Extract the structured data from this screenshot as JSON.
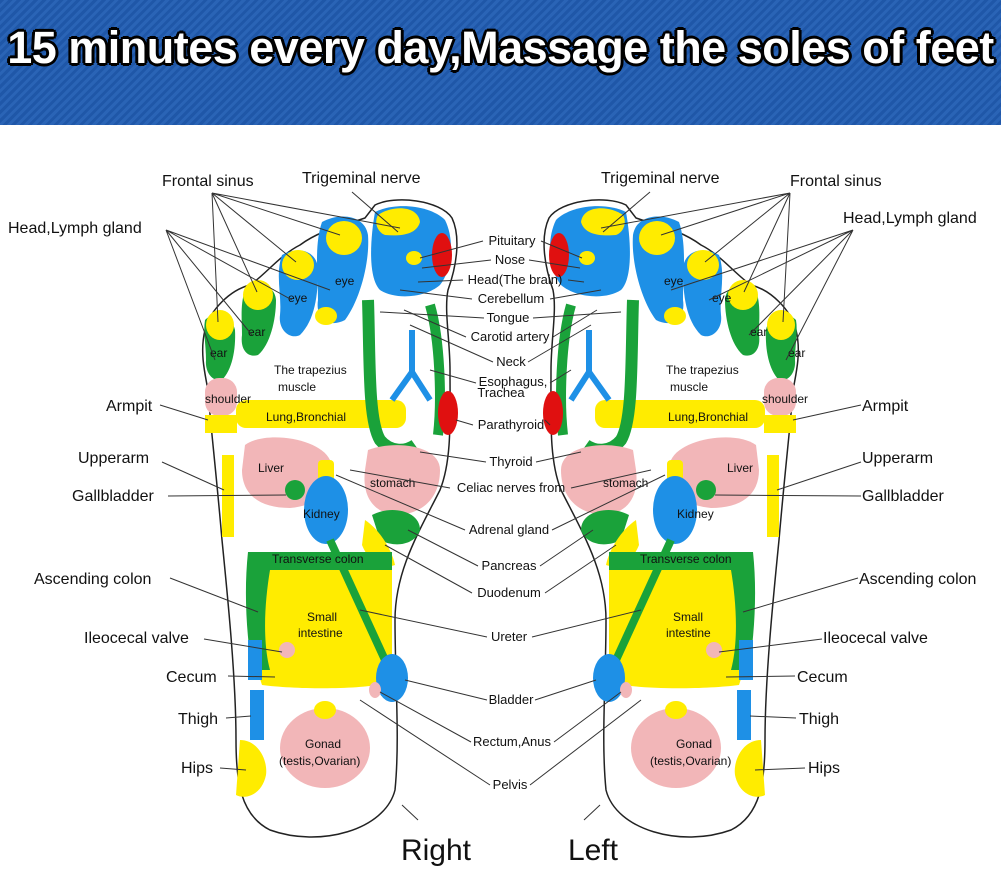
{
  "title": "15 minutes every day,Massage the soles of feet",
  "colors": {
    "banner": "#1f57a8",
    "yellow": "#ffec00",
    "blue": "#1e90e6",
    "green": "#1aa23a",
    "pink": "#f2b6b8",
    "red": "#e01010"
  },
  "feet": {
    "right_label": "Right",
    "left_label": "Left"
  },
  "foot_zones": {
    "eye": "eye",
    "ear": "ear",
    "trapezius": [
      "The trapezius",
      "muscle"
    ],
    "shoulder": "shoulder",
    "lung": "Lung,Bronchial",
    "liver": "Liver",
    "stomach": "stomach",
    "kidney": "Kidney",
    "transverse_colon": "Transverse colon",
    "small_intestine": [
      "Small",
      "intestine"
    ],
    "gonad": [
      "Gonad",
      "(testis,Ovarian)"
    ]
  },
  "side_labels": {
    "frontal_sinus": "Frontal sinus",
    "trigeminal_nerve": "Trigeminal nerve",
    "head_lymph": "Head,Lymph gland",
    "armpit": "Armpit",
    "upperarm": "Upperarm",
    "gallbladder": "Gallbladder",
    "ascending_colon": "Ascending colon",
    "ileocecal_valve": "Ileocecal valve",
    "cecum": "Cecum",
    "thigh": "Thigh",
    "hips": "Hips"
  },
  "center_labels": {
    "pituitary": "Pituitary",
    "nose": "Nose",
    "head_brain": "Head(The brain)",
    "cerebellum": "Cerebellum",
    "tongue": "Tongue",
    "carotid": "Carotid artery",
    "neck": "Neck",
    "esophagus": "Esophagus,",
    "trachea": "Trachea",
    "parathyroid": "Parathyroid",
    "thyroid": "Thyroid",
    "celiac": "Celiac nerves from",
    "adrenal": "Adrenal gland",
    "pancreas": "Pancreas",
    "duodenum": "Duodenum",
    "ureter": "Ureter",
    "bladder": "Bladder",
    "rectum": "Rectum,Anus",
    "pelvis": "Pelvis"
  }
}
